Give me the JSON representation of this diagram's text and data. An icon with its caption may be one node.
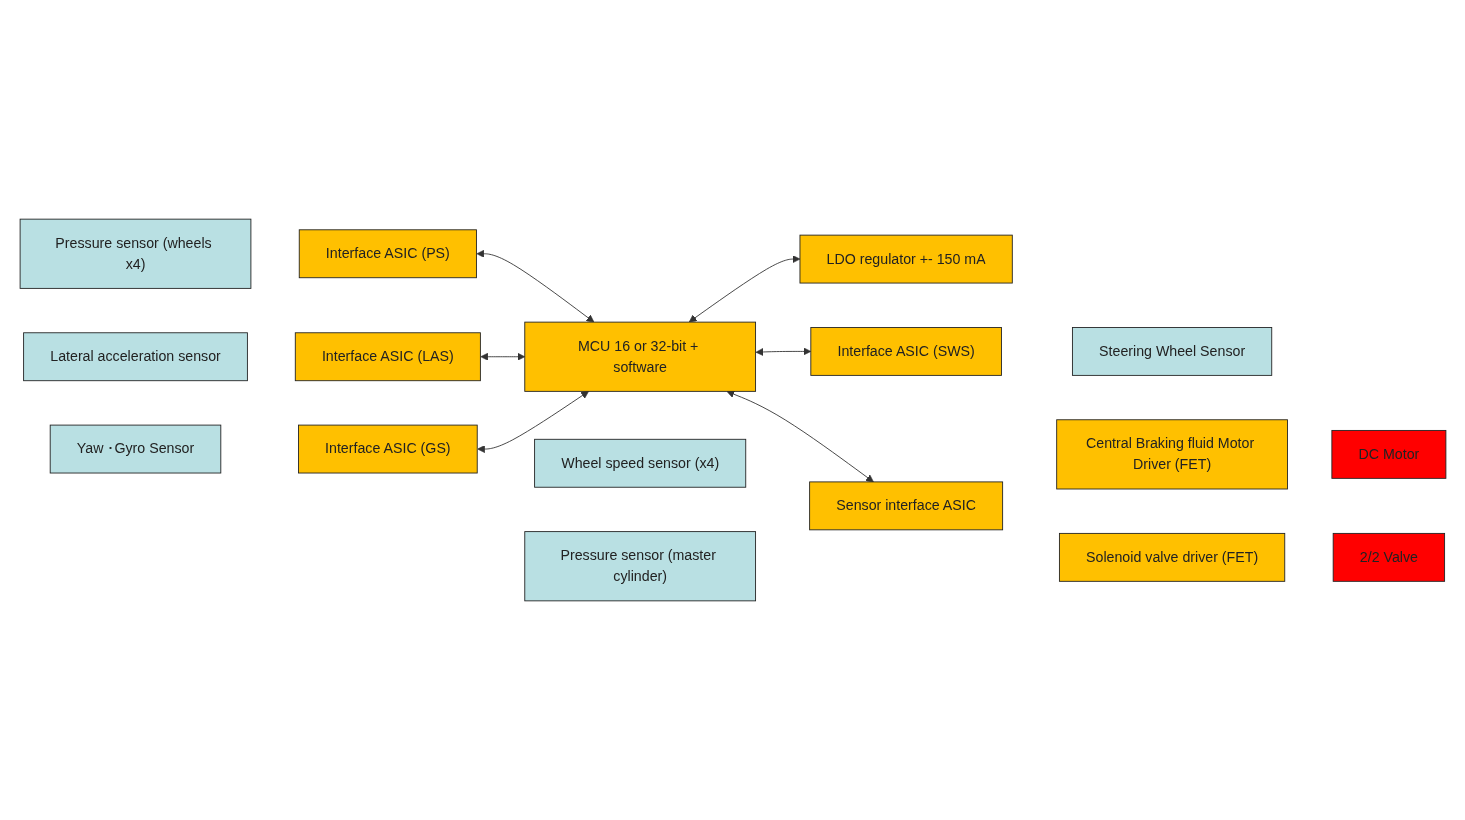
{
  "diagram": {
    "nodes": [
      {
        "text": [
          "Pressure sensor (wheels x4)"
        ]
      },
      {
        "text": [
          "Interface ASIC (PS)"
        ]
      },
      {
        "text": [
          "MCU 16 or 32-bit + software"
        ]
      },
      {
        "text": [
          "LDO regulator +- 150 mA"
        ]
      },
      {
        "text": [
          "Lateral acceleration sensor"
        ]
      },
      {
        "text": [
          "Interface ASIC (LAS)"
        ]
      },
      {
        "text": [
          "Yaw ･Gyro Sensor"
        ]
      },
      {
        "text": [
          "Interface ASIC (GS)"
        ]
      },
      {
        "text": [
          "Interface ASIC (SWS)"
        ]
      },
      {
        "text": [
          "Steering Wheel Sensor"
        ]
      },
      {
        "text": [
          "Wheel speed sensor (x4)"
        ]
      },
      {
        "text": [
          "Pressure sensor (master cylinder)"
        ]
      },
      {
        "text": [
          "Sensor interface ASIC"
        ]
      },
      {
        "text": [
          "Central Braking fluid Motor Driver (FET)"
        ]
      },
      {
        "text": [
          "DC Motor"
        ]
      },
      {
        "text": [
          "Solenoid valve driver (FET)"
        ]
      },
      {
        "text": [
          "2/2 Valve"
        ]
      }
    ],
    "edges": [
      {
        "from": 1,
        "to": 2,
        "arrow": "both"
      },
      {
        "from": 2,
        "to": 3,
        "arrow": "both"
      },
      {
        "from": 5,
        "to": 2,
        "arrow": "both"
      },
      {
        "from": 7,
        "to": 2,
        "arrow": "both"
      },
      {
        "from": 2,
        "to": 8,
        "arrow": "both"
      },
      {
        "from": 2,
        "to": 12,
        "arrow": "both"
      }
    ]
  }
}
